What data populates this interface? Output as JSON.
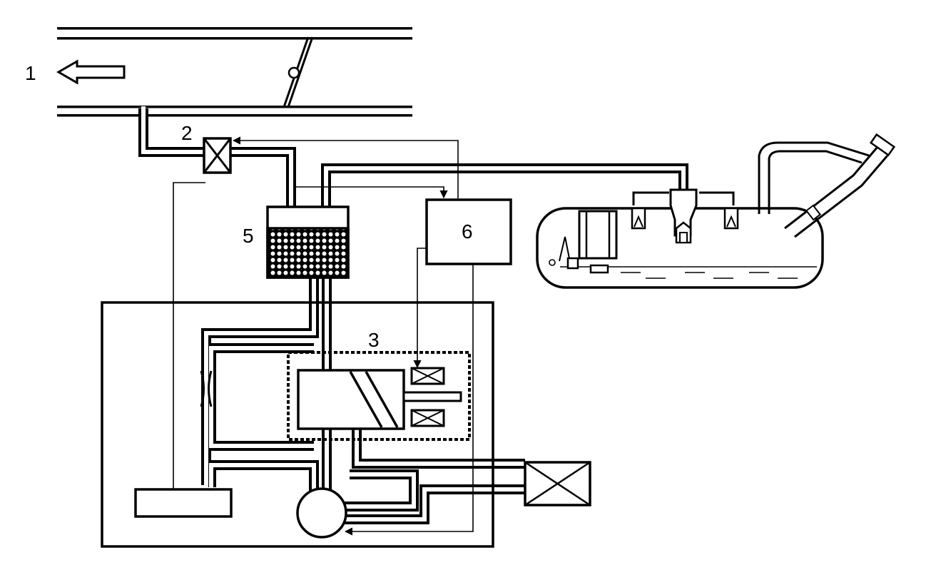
{
  "labels": {
    "intake_flow": "1",
    "purge_valve": "2",
    "vent_valve_module": "3",
    "canister": "5",
    "control_unit": "6"
  }
}
